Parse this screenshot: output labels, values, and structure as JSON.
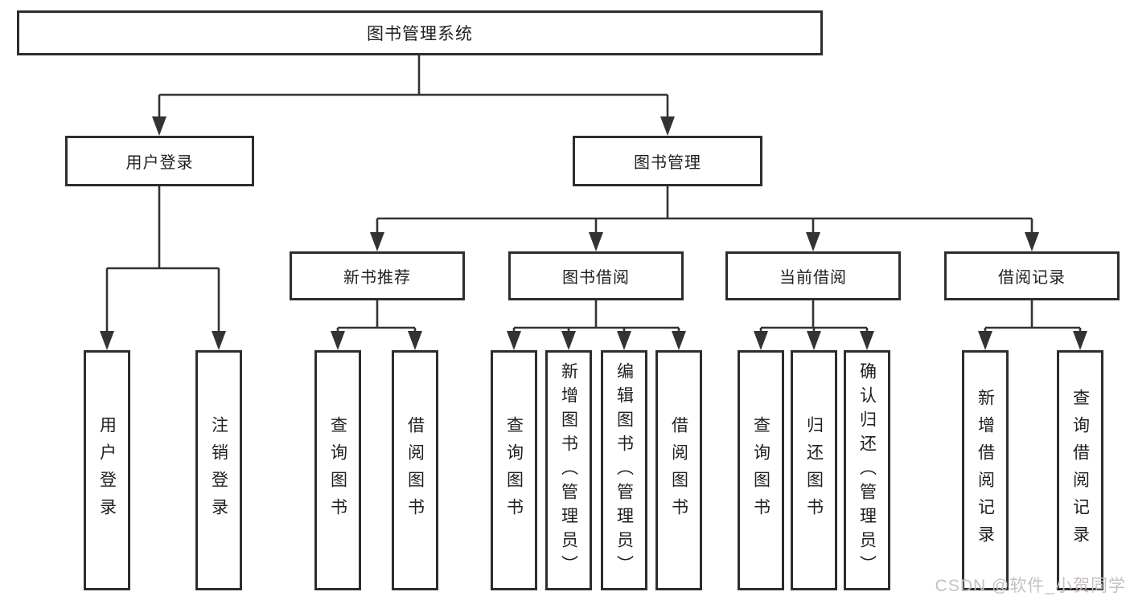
{
  "tree": {
    "root": {
      "label": "图书管理系统"
    },
    "children": [
      {
        "label": "用户登录",
        "leaves": [
          "用户登录",
          "注销登录"
        ]
      },
      {
        "label": "图书管理",
        "children": [
          {
            "label": "新书推荐",
            "leaves": [
              "查询图书",
              "借阅图书"
            ]
          },
          {
            "label": "图书借阅",
            "leaves": [
              "查询图书",
              "新增图书（管理员）",
              "编辑图书（管理员）",
              "借阅图书"
            ]
          },
          {
            "label": "当前借阅",
            "leaves": [
              "查询图书",
              "归还图书",
              "确认归还（管理员）"
            ]
          },
          {
            "label": "借阅记录",
            "leaves": [
              "新增借阅记录",
              "查询借阅记录"
            ]
          }
        ]
      }
    ]
  },
  "watermark": {
    "text": "CSDN @软件_小贺同学",
    "color": "#c6c0c2"
  },
  "colors": {
    "line": "#333333",
    "box_border": "#2d2d2d",
    "text": "#1f1f1f",
    "background": "#ffffff"
  }
}
